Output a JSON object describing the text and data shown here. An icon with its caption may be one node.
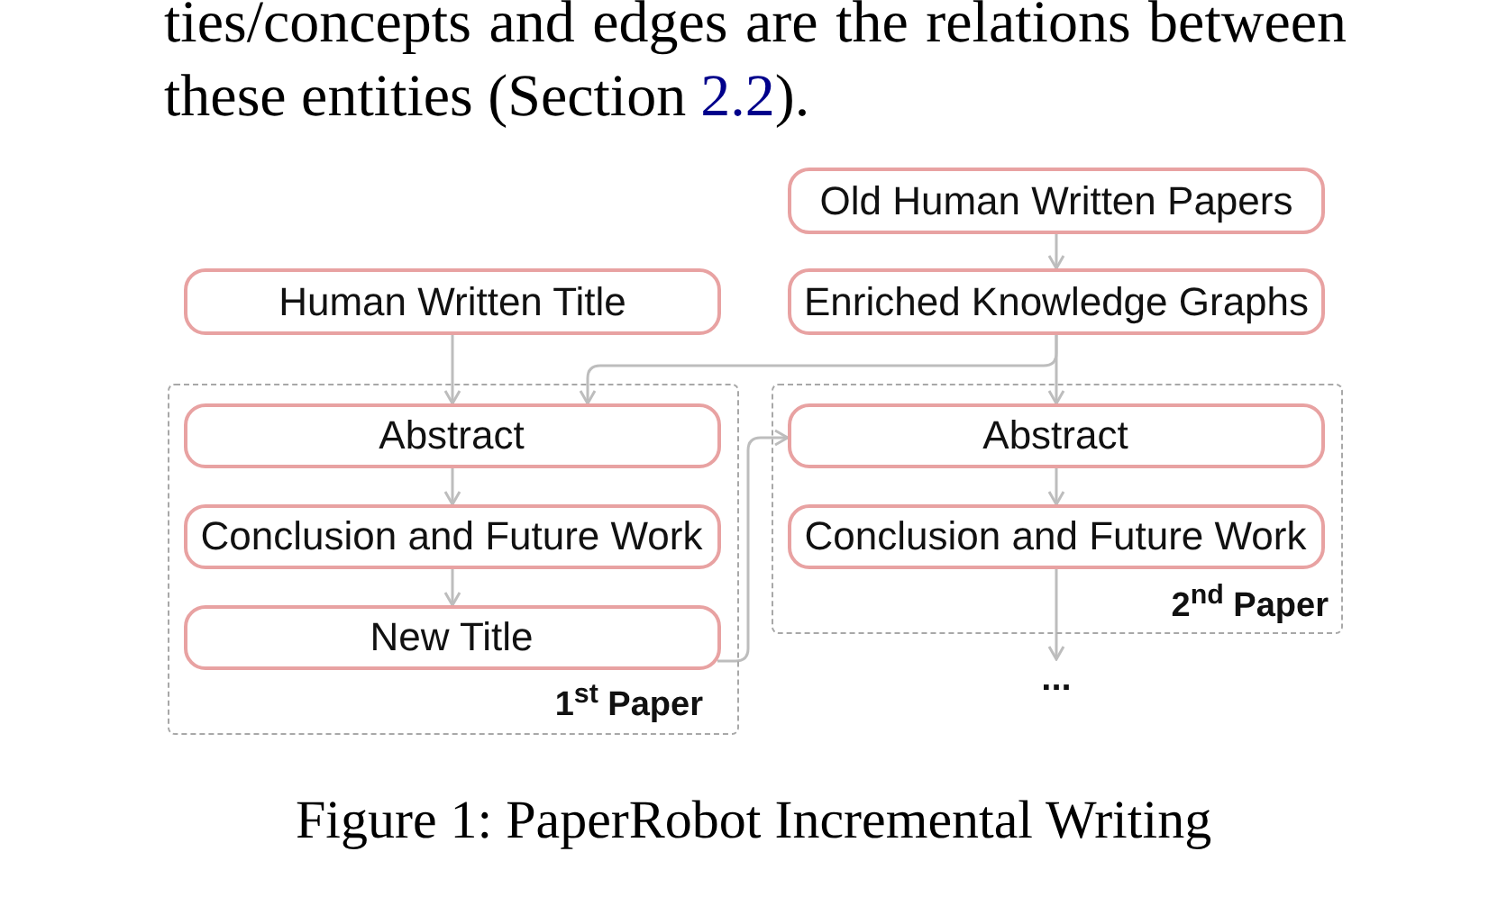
{
  "diagram": {
    "caption": "Figure 1: PaperRobot Incremental Writing",
    "nodes": [
      {
        "text": [
          "Old Human Written Papers"
        ]
      },
      {
        "text": [
          "Human Written Title"
        ]
      },
      {
        "text": [
          "Enriched Knowledge Graphs"
        ]
      },
      {
        "text": [
          "1$^{st}$ Paper"
        ]
      },
      {
        "text": [
          "Abstract"
        ],
        "in": 3
      },
      {
        "text": [
          "Conclusion and Future Work"
        ],
        "in": 3
      },
      {
        "text": [
          "New Title"
        ],
        "in": 3
      },
      {
        "text": [
          "2$^{nd}$ Paper"
        ]
      },
      {
        "text": [
          "Abstract"
        ],
        "in": 7
      },
      {
        "text": [
          "Conclusion and Future Work"
        ],
        "in": 7
      },
      {
        "text": [
          "..."
        ]
      }
    ],
    "edges": [
      {
        "from": 0,
        "to": 2,
        "arrow": "to"
      },
      {
        "from": 1,
        "to": 4,
        "arrow": "to"
      },
      {
        "from": 2,
        "to": 4,
        "arrow": "to"
      },
      {
        "from": 2,
        "to": 8,
        "arrow": "to"
      },
      {
        "from": 4,
        "to": 5,
        "arrow": "to"
      },
      {
        "from": 5,
        "to": 6,
        "arrow": "to"
      },
      {
        "from": 6,
        "to": 8,
        "arrow": "to"
      },
      {
        "from": 8,
        "to": 9,
        "arrow": "to"
      },
      {
        "from": 9,
        "to": 10,
        "arrow": "to"
      }
    ],
    "labels": [
      "ties/concepts and edges are the relations between",
      "these entities (Section",
      "2.2",
      ")."
    ]
  }
}
